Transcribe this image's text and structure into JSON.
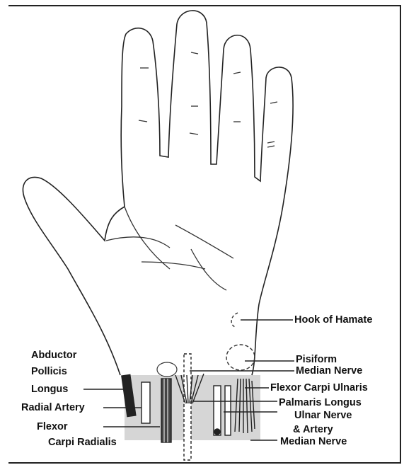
{
  "labels": {
    "hook_of_hamate": "Hook of Hamate",
    "abductor_l1": "Abductor",
    "abductor_l2": "Pollicis",
    "abductor_l3": "Longus",
    "radial_artery": "Radial Artery",
    "fcr_l1": "Flexor",
    "fcr_l2": "Carpi Radialis",
    "pisiform": "Pisiform",
    "median_nerve_upper": "Median Nerve",
    "fcu": "Flexor Carpi Ulnaris",
    "palmaris_longus": "Palmaris Longus",
    "ulnar_l1": "Ulnar Nerve",
    "ulnar_l2": "& Artery",
    "median_nerve_lower": "Median Nerve"
  }
}
